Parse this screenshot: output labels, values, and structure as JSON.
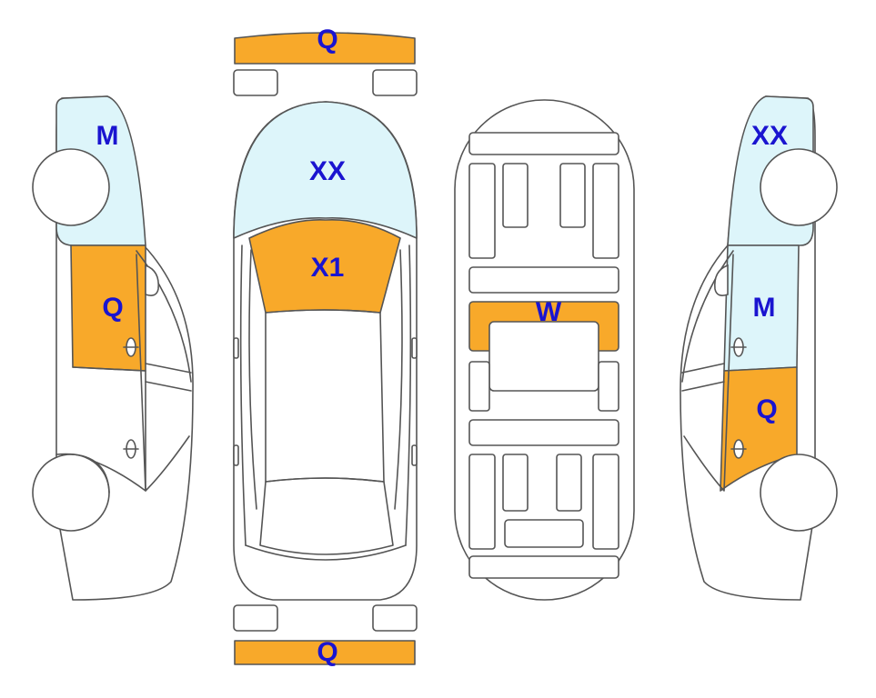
{
  "colors": {
    "damage_orange": "#F8A92A",
    "light_blue": "#DDF5FA",
    "label_blue": "#1A14D0",
    "outline": "#555555"
  },
  "labels": {
    "front_bumper": "Q",
    "rear_bumper": "Q",
    "hood": "XX",
    "windshield": "X1",
    "roof_panel": "W",
    "left_front_fender": "M",
    "left_front_door": "Q",
    "right_front_fender": "XX",
    "right_front_door": "M",
    "right_rear_door": "Q"
  }
}
